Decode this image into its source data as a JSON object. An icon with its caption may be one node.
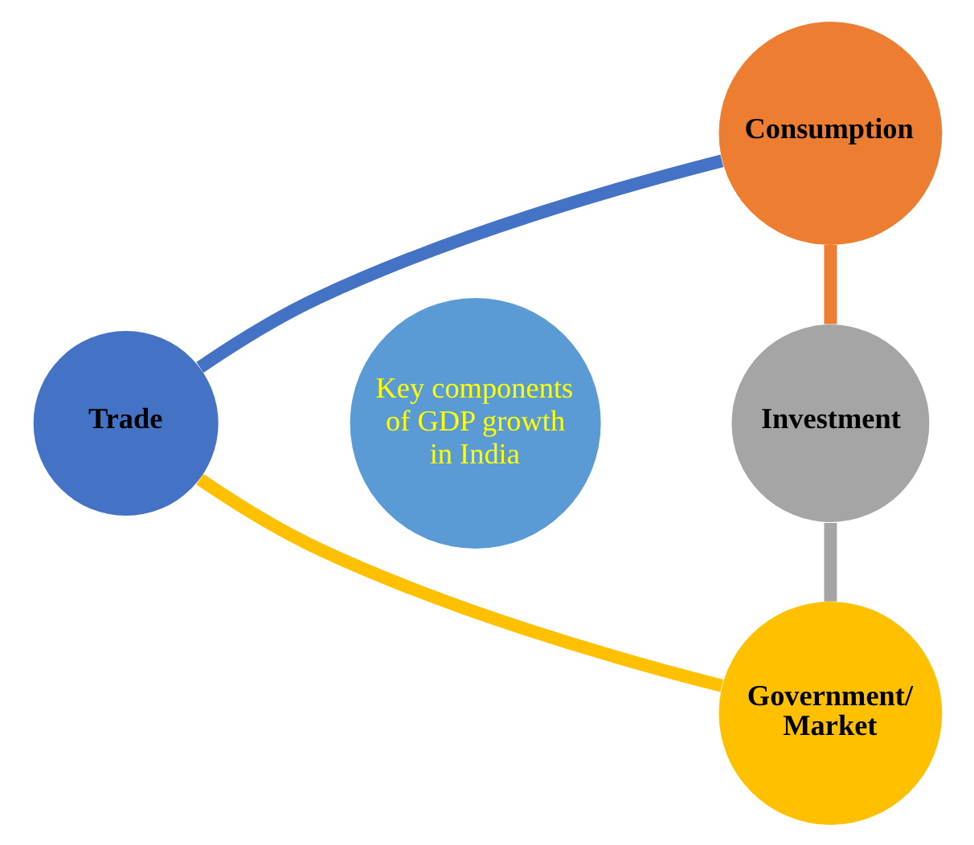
{
  "diagram": {
    "nodes": [
      {
        "text": [
          "Key components of GDP growth in India"
        ]
      },
      {
        "text": [
          "Consumption"
        ]
      },
      {
        "text": [
          "Investment"
        ]
      },
      {
        "text": [
          "Government/ Market"
        ]
      },
      {
        "text": [
          "Trade"
        ]
      }
    ],
    "edges": [
      {
        "from": 1,
        "to": 2,
        "arrow": "none",
        "color": "#ed7d31"
      },
      {
        "from": 2,
        "to": 3,
        "arrow": "none",
        "color": "#a5a5a5"
      },
      {
        "from": 3,
        "to": 4,
        "arrow": "none",
        "color": "#ffc000"
      },
      {
        "from": 4,
        "to": 1,
        "arrow": "none",
        "color": "#4472c4"
      }
    ]
  }
}
